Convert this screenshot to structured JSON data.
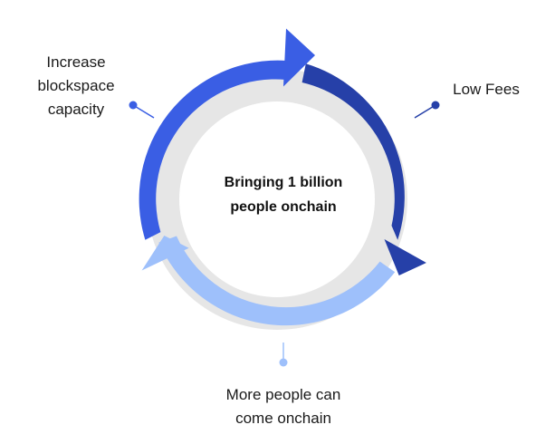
{
  "diagram": {
    "center_text": [
      "Bringing 1 billion",
      "people onchain"
    ],
    "stages": [
      {
        "id": "increase-blockspace",
        "label_lines": [
          "Increase",
          "blockspace",
          "capacity"
        ],
        "color": "#3a5ee4"
      },
      {
        "id": "low-fees",
        "label_lines": [
          "Low Fees"
        ],
        "color": "#2640a8"
      },
      {
        "id": "more-people",
        "label_lines": [
          "More people can",
          "come onchain"
        ],
        "color": "#9ec0fb"
      }
    ],
    "colors": {
      "inner_ring": "#e6e6e6",
      "center_fill": "#ffffff"
    }
  }
}
